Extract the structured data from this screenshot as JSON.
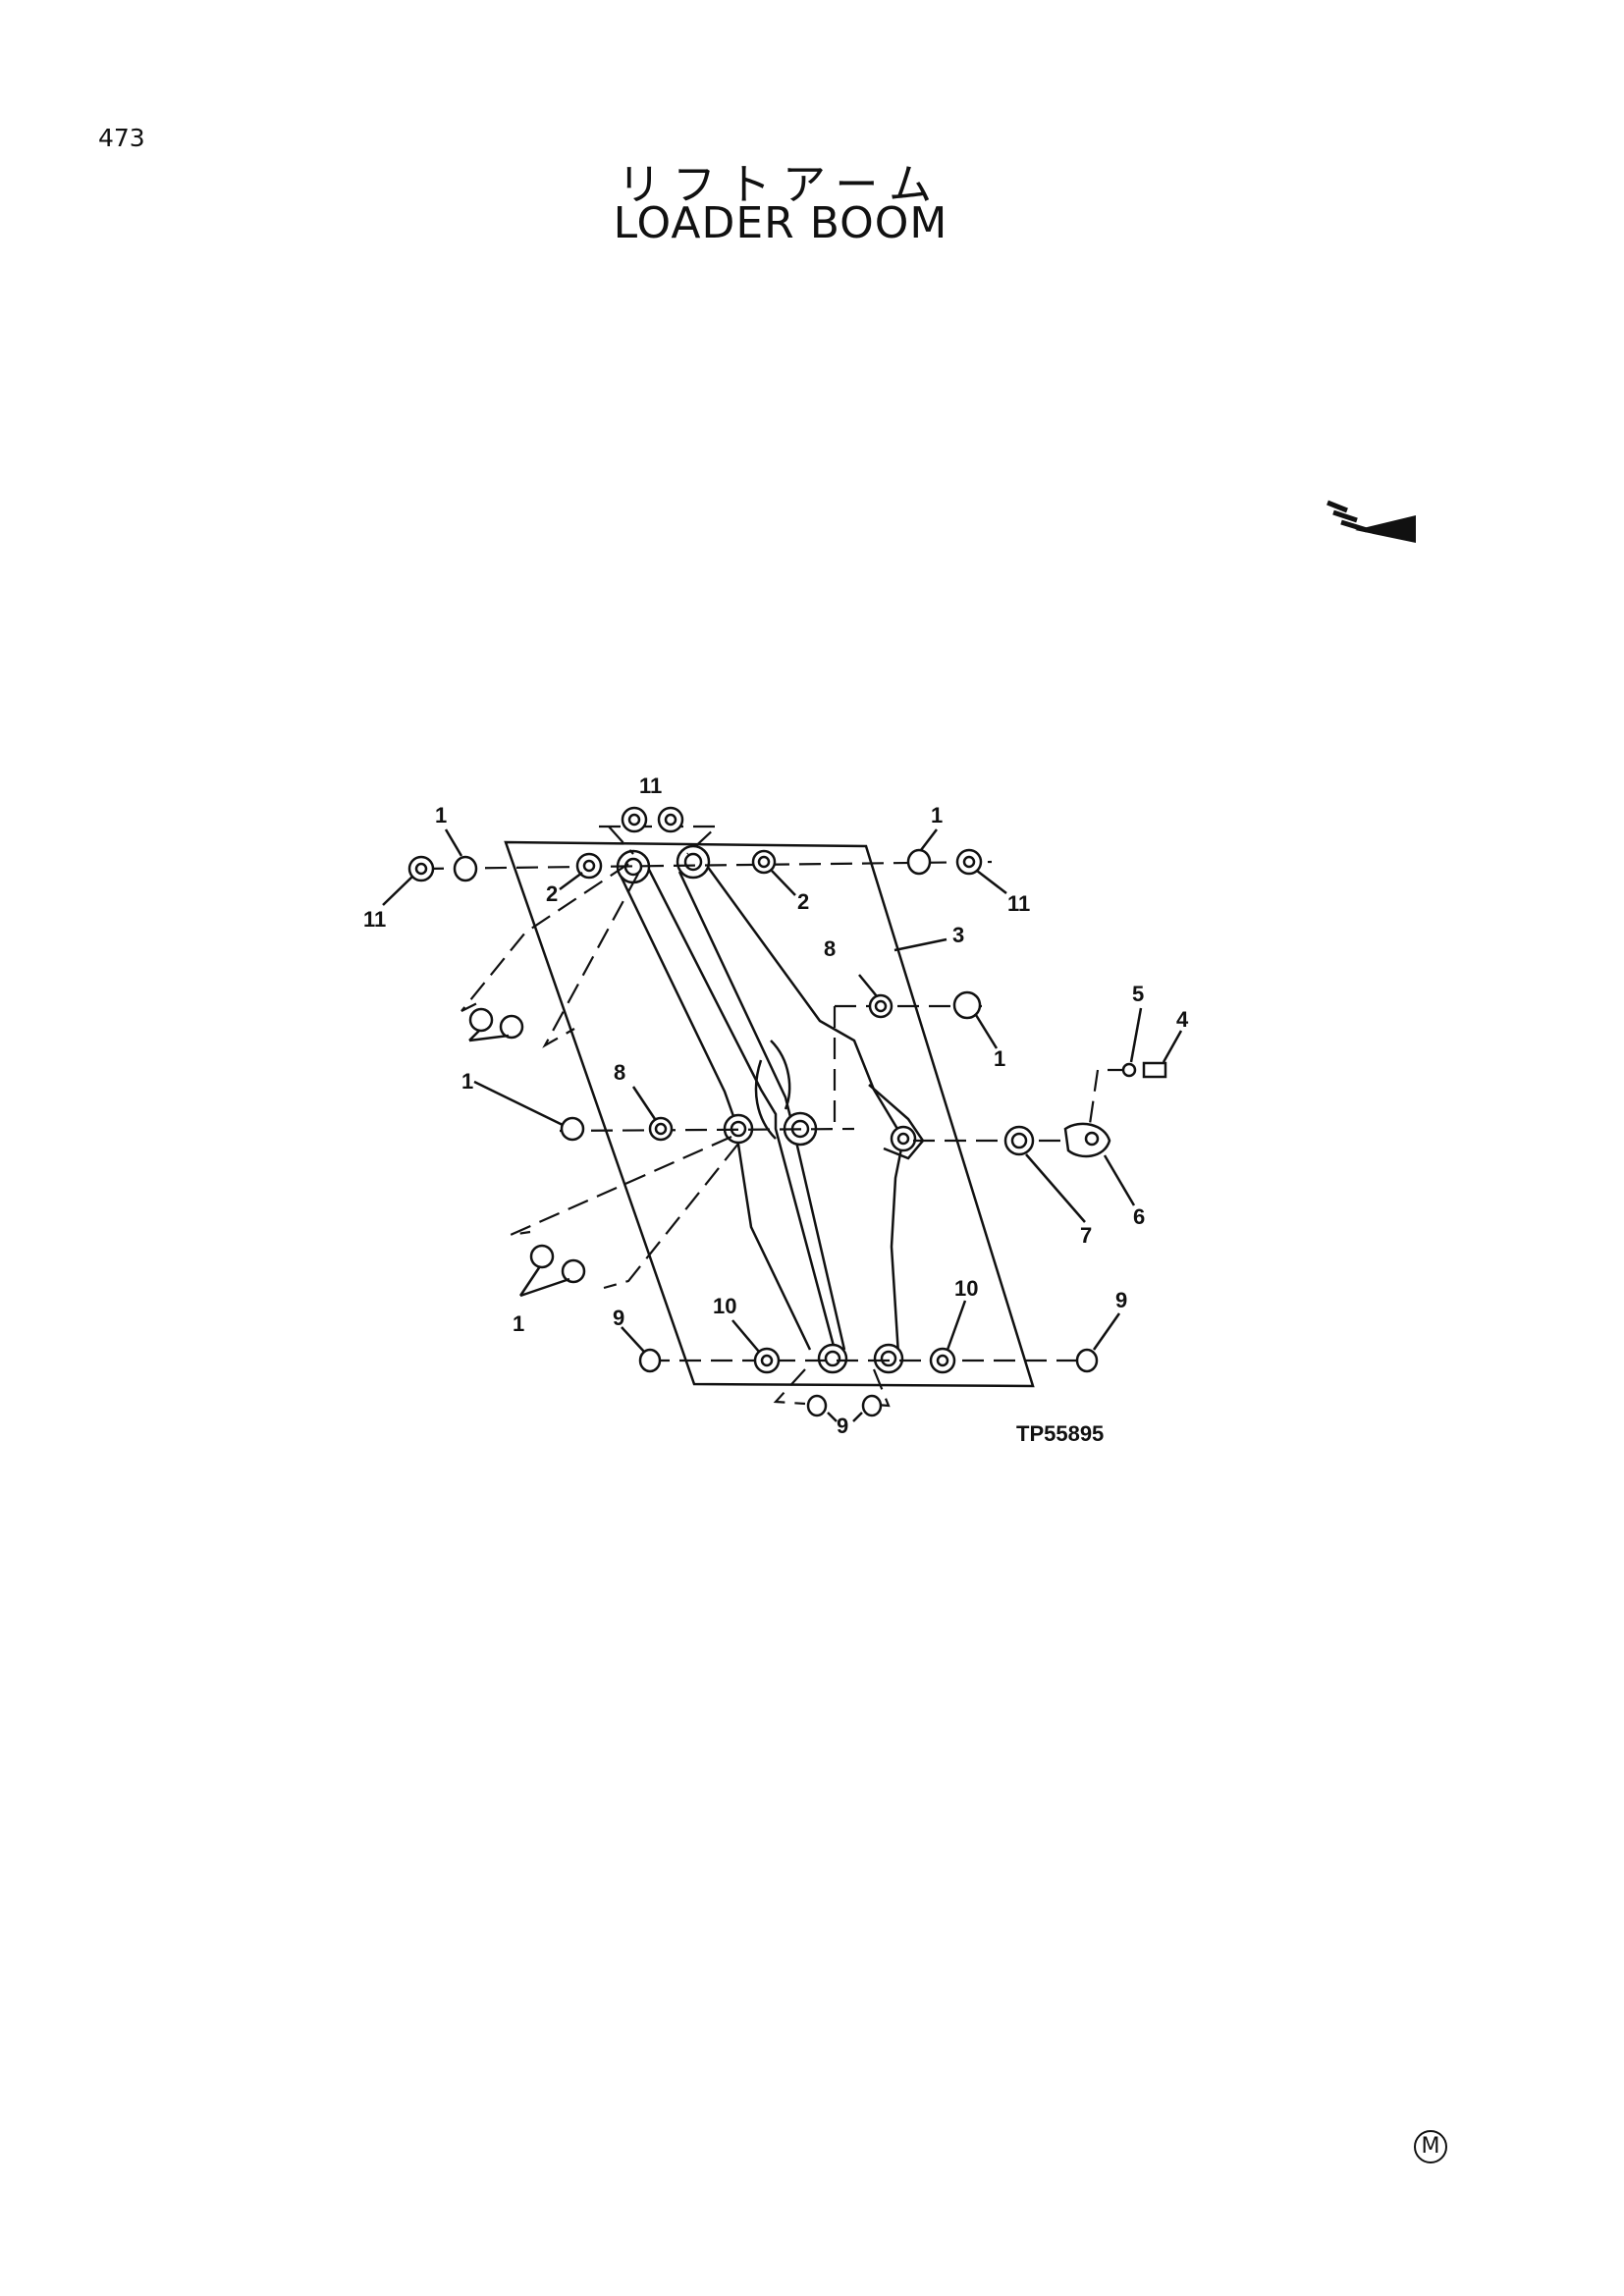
{
  "page": {
    "number": "473"
  },
  "title": {
    "japanese": "リフトアーム",
    "english": "LOADER BOOM"
  },
  "diagram": {
    "reference": "TP55895",
    "callouts": [
      "1",
      "2",
      "3",
      "4",
      "5",
      "6",
      "7",
      "8",
      "9",
      "10",
      "11"
    ]
  },
  "footer": {
    "mark": "M"
  }
}
